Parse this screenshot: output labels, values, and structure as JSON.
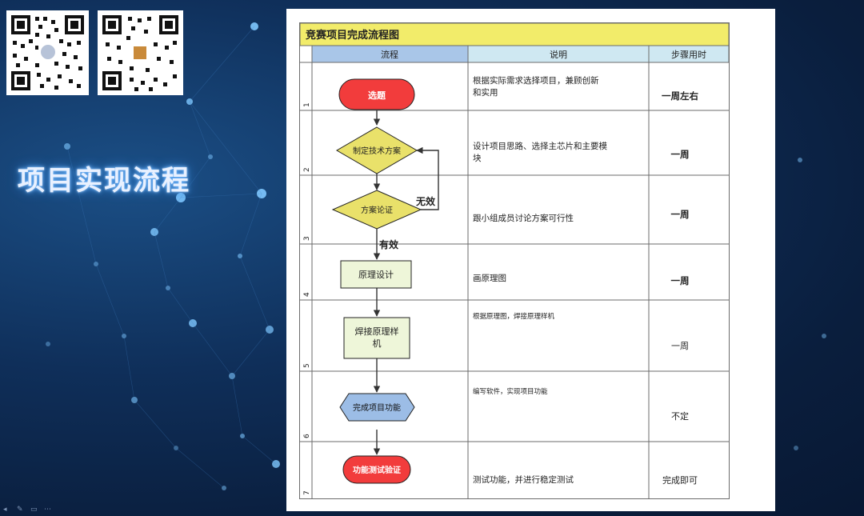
{
  "slide": {
    "title": "项目实现流程"
  },
  "diagram": {
    "title": "竞赛项目完成流程图",
    "headers": {
      "flow": "流程",
      "desc": "说明",
      "time": "步骤用时"
    },
    "rows": [
      {
        "num": "1",
        "node": "选题",
        "desc": [
          "根据实际需求选择项目，兼顾创新",
          "和实用"
        ],
        "time": "一周左右"
      },
      {
        "num": "2",
        "node": "制定技术方案",
        "desc": [
          "设计项目思路、选择主芯片和主要模",
          "块"
        ],
        "time": "一周"
      },
      {
        "num": "3",
        "node": "方案论证",
        "desc": [
          "跟小组成员讨论方案可行性"
        ],
        "time": "一周"
      },
      {
        "num": "4",
        "node": "原理设计",
        "desc": [
          "画原理图"
        ],
        "time": "一周"
      },
      {
        "num": "5",
        "node": [
          "焊接原理样",
          "机"
        ],
        "desc": [
          "根据原理图，焊接原理样机"
        ],
        "time": "一周"
      },
      {
        "num": "6",
        "node": "完成项目功能",
        "desc": [
          "编写软件，实现项目功能"
        ],
        "time": "不定"
      },
      {
        "num": "7",
        "node": "功能测试验证",
        "desc": [
          "测试功能，并进行稳定测试"
        ],
        "time": "完成即可"
      }
    ],
    "edge_labels": {
      "invalid": "无效",
      "valid": "有效"
    }
  },
  "colors": {
    "title_bar": "#f2ec6a",
    "flow_header": "#a9c6e8",
    "desc_header": "#cfe8f2",
    "terminator": "#f23c3c",
    "decision": "#e9e16a",
    "process": "#eef6d9",
    "preparation": "#9cbde6"
  }
}
